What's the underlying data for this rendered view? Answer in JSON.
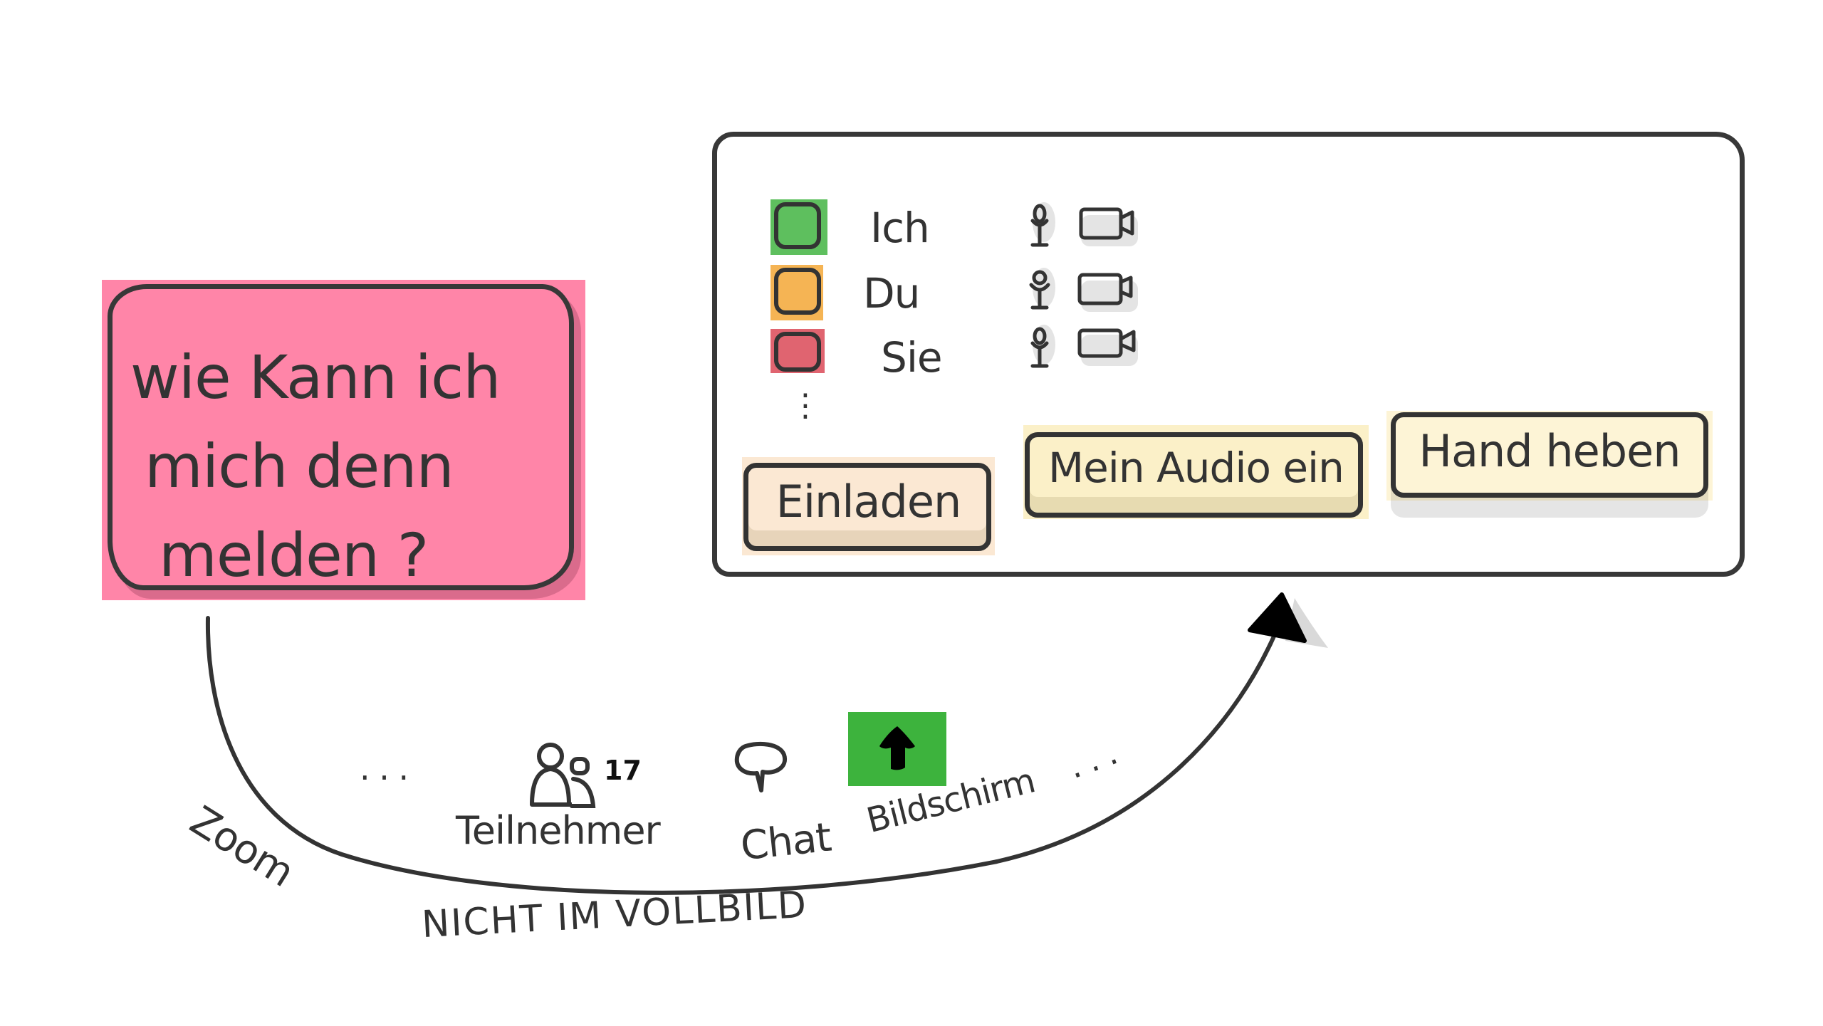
{
  "sticky_note": {
    "question_line1": "wie Kann ich",
    "question_line2": "mich denn",
    "question_line3": "melden ?",
    "color": "#ff85a8"
  },
  "panel": {
    "participants": [
      {
        "name": "Ich",
        "status_color": "#5ebf5e",
        "mic_icon": "microphone-icon",
        "camera_icon": "video-camera-icon"
      },
      {
        "name": "Du",
        "status_color": "#f5b454",
        "mic_icon": "microphone-icon",
        "camera_icon": "video-camera-icon"
      },
      {
        "name": "Sie",
        "status_color": "#e06470",
        "mic_icon": "microphone-icon",
        "camera_icon": "video-camera-icon"
      }
    ],
    "more_indicator": "⋮",
    "buttons": {
      "invite": {
        "label": "Einladen",
        "color": "#fbe8d3"
      },
      "unmute": {
        "label": "Mein Audio ein",
        "color": "#fbf0c8"
      },
      "raise_hand": {
        "label": "Hand heben",
        "color": "#fdf4d6"
      }
    }
  },
  "toolbar": {
    "app_label": "Zoom",
    "leading_ellipsis": ". . .",
    "participants": {
      "label": "Teilnehmer",
      "count": "17",
      "icon": "participants-icon"
    },
    "chat": {
      "label": "Chat",
      "icon": "speech-bubble-icon"
    },
    "share_screen": {
      "label": "Bildschirm",
      "icon": "arrow-up-icon",
      "color": "#3db33d"
    },
    "trailing_ellipsis": ". . .",
    "note": "NICHT IM VOLLBILD"
  }
}
